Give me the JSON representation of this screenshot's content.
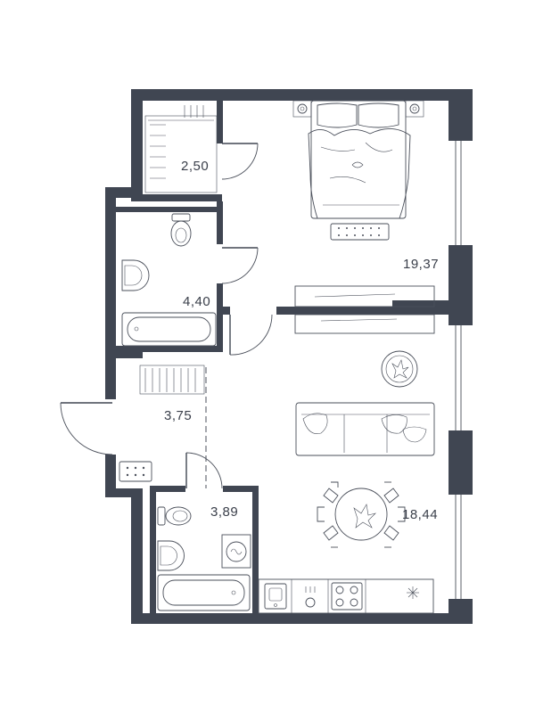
{
  "rooms": [
    {
      "id": "wardrobe",
      "area": "2,50"
    },
    {
      "id": "bathroom-1",
      "area": "4,40"
    },
    {
      "id": "hallway",
      "area": "3,75"
    },
    {
      "id": "bathroom-2",
      "area": "3,89"
    },
    {
      "id": "bedroom",
      "area": "19,37"
    },
    {
      "id": "living-kitchen",
      "area": "18,44"
    }
  ],
  "colors": {
    "wall": "#404652",
    "line": "#4a4f5a",
    "background": "#ffffff"
  }
}
